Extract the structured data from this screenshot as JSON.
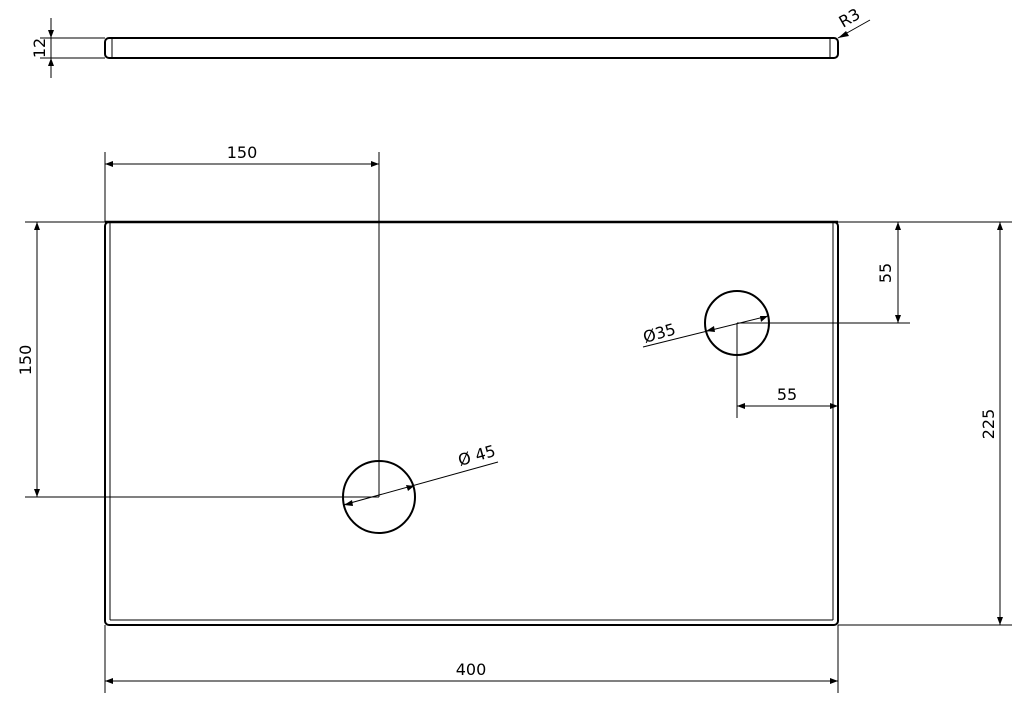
{
  "drawing": {
    "dimensions": {
      "thickness": "12",
      "edge_radius": "R3",
      "hole_large_x": "150",
      "hole_large_y": "150",
      "hole_small_top": "55",
      "hole_small_right": "55",
      "hole_large_dia": "Ø 45",
      "hole_small_dia": "Ø35",
      "width": "400",
      "depth": "225"
    }
  }
}
